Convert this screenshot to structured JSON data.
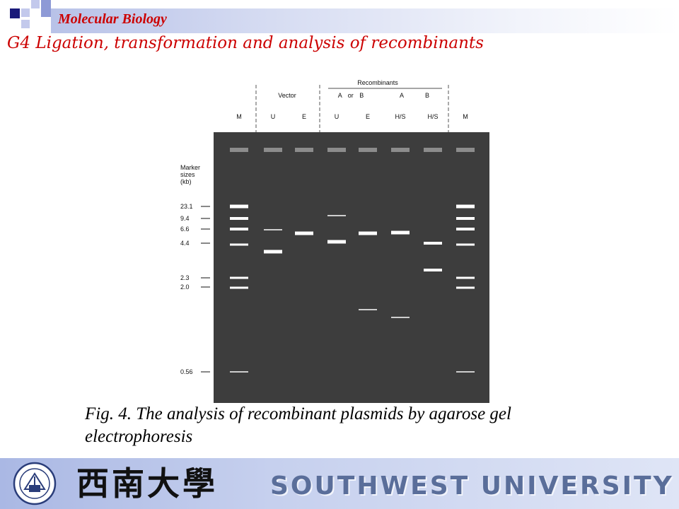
{
  "header": {
    "subject": "Molecular Biology",
    "title": "G4 Ligation, transformation and analysis of recombinants"
  },
  "figure": {
    "top_labels": {
      "vector": "Vector",
      "recombinants": "Recombinants",
      "a_or_b": "A or B",
      "rec_a": "A",
      "rec_b": "B"
    },
    "lane_labels": [
      "M",
      "U",
      "E",
      "U",
      "E",
      "H/S",
      "H/S",
      "M"
    ],
    "marker_title": [
      "Marker",
      "sizes",
      "(kb)"
    ],
    "marker_sizes_kb": [
      "23.1",
      "9.4",
      "6.6",
      "4.4",
      "2.3",
      "2.0",
      "0.56"
    ],
    "colors": {
      "gel": "#3d3d3d",
      "band": "#ffffff",
      "well": "#8c8c8c"
    }
  },
  "caption": "Fig. 4. The analysis of recombinant plasmids by agarose gel electrophoresis",
  "footer": {
    "chinese_name": "西南大學",
    "english_name": "SOUTHWEST UNIVERSITY",
    "logo": "university-emblem"
  }
}
